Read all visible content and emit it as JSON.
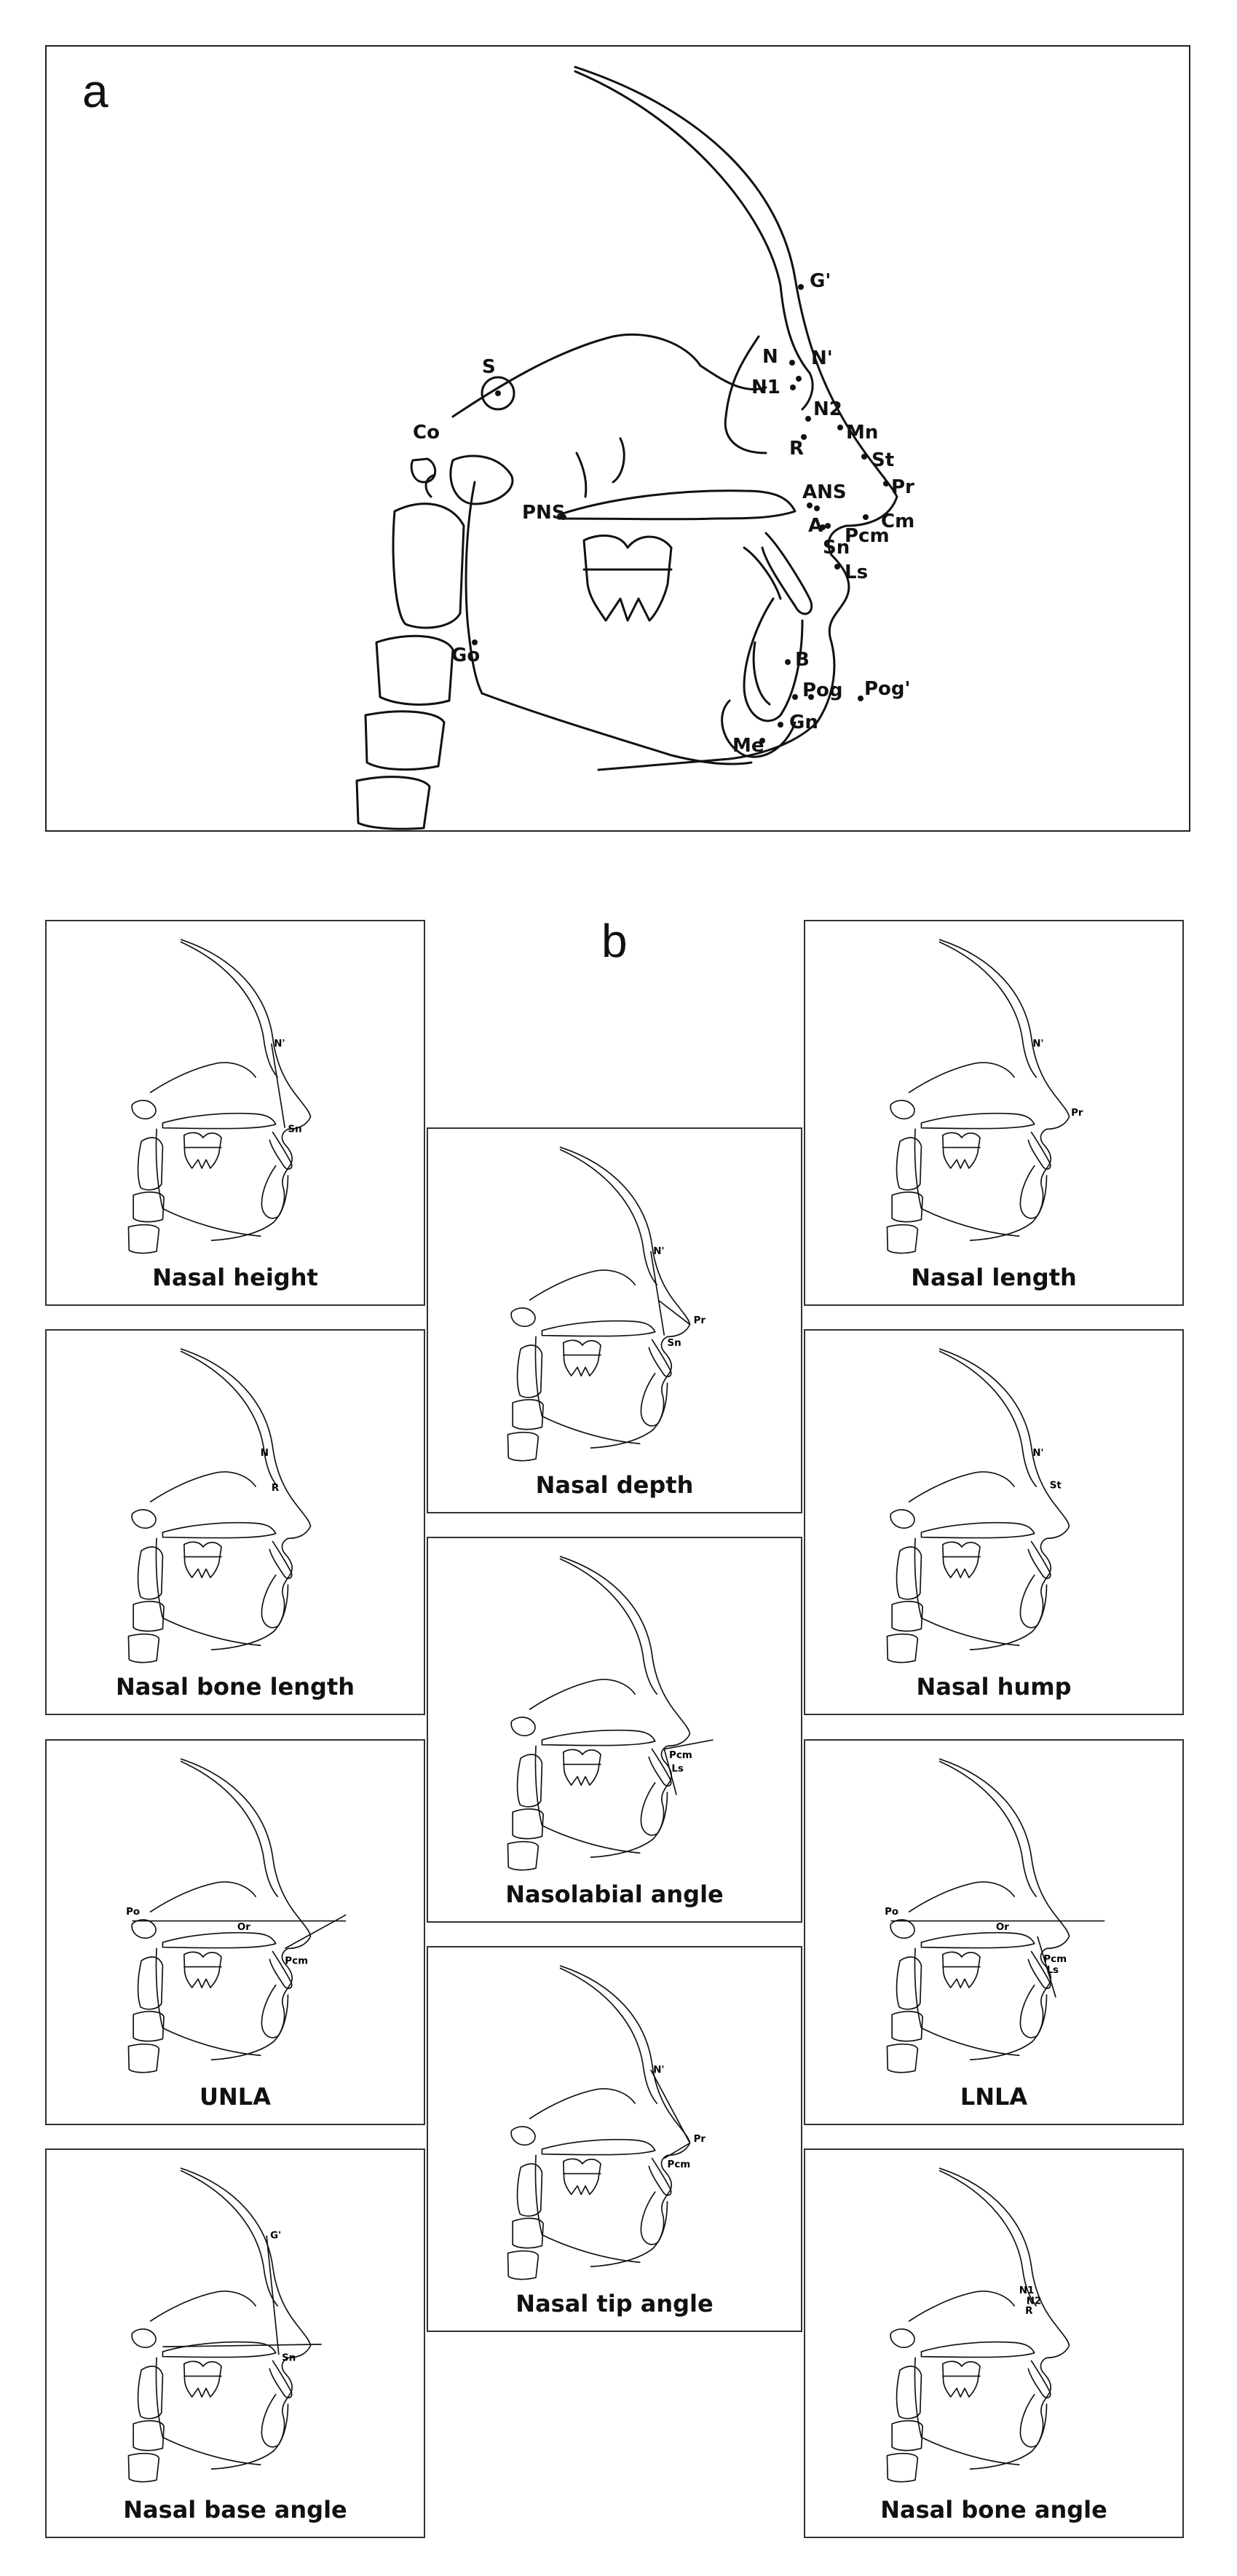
{
  "panel_a": {
    "letter": "a",
    "landmarks": [
      "G'",
      "N",
      "N'",
      "S",
      "N1",
      "N2",
      "Co",
      "R",
      "Mn",
      "St",
      "Pr",
      "ANS",
      "PNS",
      "A",
      "Cm",
      "Pcm",
      "Sn",
      "Ls",
      "Go",
      "B",
      "Pog",
      "Pog'",
      "Gn",
      "Me"
    ]
  },
  "panel_b": {
    "letter": "b",
    "tiles": [
      {
        "caption": "Nasal height",
        "labels": [
          "N'",
          "Sn"
        ]
      },
      {
        "caption": "Nasal depth",
        "labels": [
          "N'",
          "Pr",
          "Sn"
        ]
      },
      {
        "caption": "Nasal length",
        "labels": [
          "N'",
          "Pr"
        ]
      },
      {
        "caption": "Nasal bone length",
        "labels": [
          "N",
          "R"
        ]
      },
      {
        "caption": "Nasolabial angle",
        "labels": [
          "Pcm",
          "Ls"
        ]
      },
      {
        "caption": "Nasal hump",
        "labels": [
          "N'",
          "St"
        ]
      },
      {
        "caption": "UNLA",
        "labels": [
          "Po",
          "Or",
          "Pcm"
        ]
      },
      {
        "caption": "Nasal tip angle",
        "labels": [
          "N'",
          "Pr",
          "Pcm"
        ]
      },
      {
        "caption": "LNLA",
        "labels": [
          "Po",
          "Or",
          "Pcm",
          "Ls"
        ]
      },
      {
        "caption": "Nasal base angle",
        "labels": [
          "G'",
          "Sn"
        ]
      },
      {
        "caption": "Nasal bone angle",
        "labels": [
          "N1",
          "N2",
          "R"
        ]
      }
    ]
  }
}
